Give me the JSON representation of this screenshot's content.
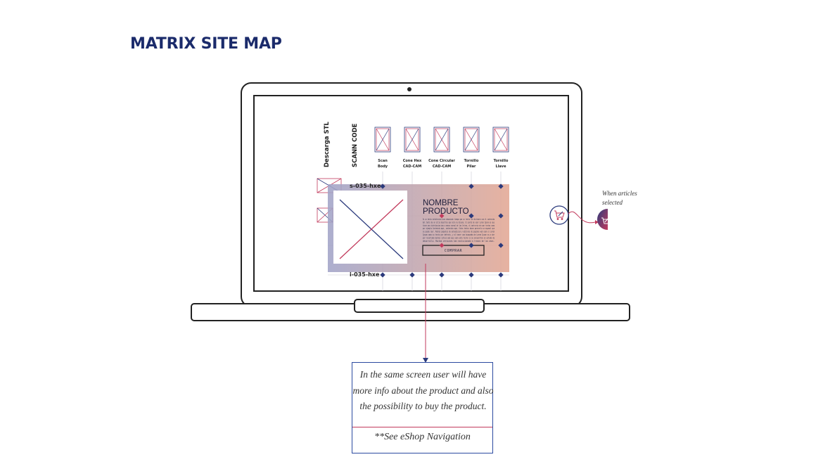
{
  "title": "MATRIX SITE MAP",
  "wireframe": {
    "vertical_labels": [
      "Descarga STL",
      "SCANN CODE"
    ],
    "columns": [
      {
        "label_lines": [
          "Scan",
          "Body"
        ]
      },
      {
        "label_lines": [
          "Cone Hex",
          "CAD-CAM"
        ]
      },
      {
        "label_lines": [
          "Cone Circular",
          "CAD-CAM"
        ]
      },
      {
        "label_lines": [
          "Tornillo",
          "Pilar"
        ]
      },
      {
        "label_lines": [
          "Tornillo",
          "Llave"
        ]
      }
    ],
    "row_labels": [
      "s-035-hxe",
      "i-035-hxe"
    ],
    "product": {
      "name_lines": [
        "NOMBRE",
        "PRODUCTO"
      ],
      "description_lines": [
        "Es un hecho establecido hace demasiado tiempo que un lector se distraera con el contenido",
        "del texto de un sitio mientras que mira su diseno. El punto de usar Lorem Ipsum es que",
        "tiene una distribucion mas o menos normal de las letras, al contrario de usar textos como",
        "por ejemplo Contenido aqui, contenido aqui. Estos textos hacen parecerlo un espanol que",
        "se puede leer. Muchos paquetes de autoedicion y editores de paginas web usan el Lorem",
        "Ipsum como su texto por defecto, y al hacer una busqueda de Lorem Ipsum va a dar",
        "por resultado muchos sitios web que usan este texto si se encuentran en estado de",
        "desarrollo. Muchas versiones han evolucionado a traves de los anos."
      ],
      "buy_button": "COMPRAR"
    },
    "cart_note_lines": [
      "When articles",
      "selected"
    ]
  },
  "info_box": {
    "text": "In the same screen user will have more info about the product and also the possibility to buy the product.",
    "link": "**See eShop Navigation"
  },
  "colors": {
    "title": "#1b2b6b",
    "gradient_start": "#a2a4c8",
    "gradient_end": "#e3a894",
    "accent_red": "#c23a5c",
    "accent_navy": "#2b3a7c",
    "laptop_outline": "#222222"
  }
}
